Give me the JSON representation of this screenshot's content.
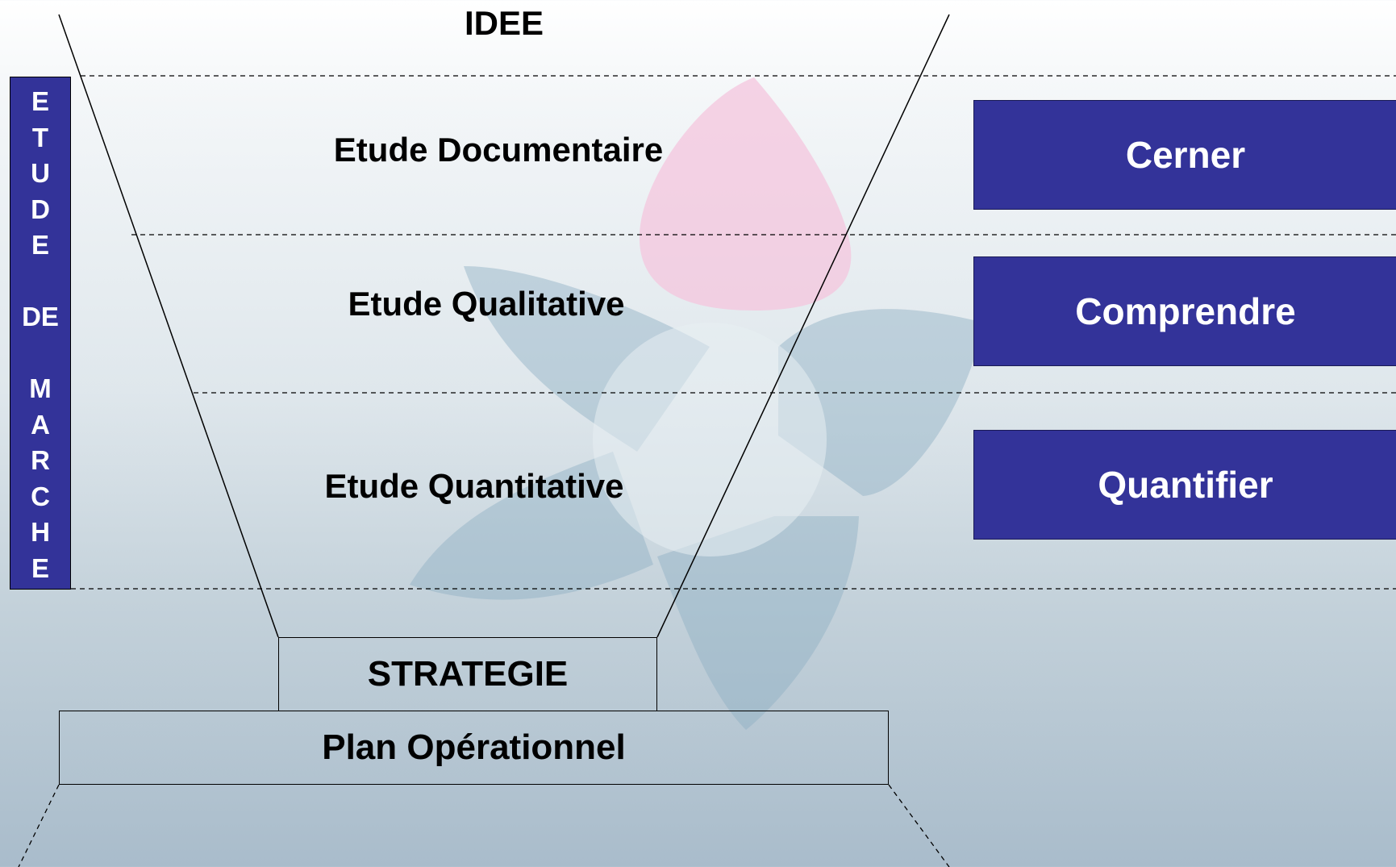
{
  "diagram": {
    "top_label": "IDEE",
    "stages": [
      {
        "label": "Etude Documentaire"
      },
      {
        "label": "Etude Qualitative"
      },
      {
        "label": "Etude Quantitative"
      }
    ],
    "actions": [
      {
        "label": "Cerner"
      },
      {
        "label": "Comprendre"
      },
      {
        "label": "Quantifier"
      }
    ],
    "funnel_output": "STRATEGIE",
    "base_label": "Plan Opérationnel",
    "vertical_banner": {
      "letters": [
        "E",
        "T",
        "U",
        "D",
        "E",
        "",
        "DE",
        "",
        "M",
        "A",
        "R",
        "C",
        "H",
        "E"
      ]
    }
  },
  "colors": {
    "action_fill": "#333399",
    "banner_fill": "#333399",
    "petal_pink": "#f2c3dc",
    "petal_blue": "#8fb0c3"
  }
}
